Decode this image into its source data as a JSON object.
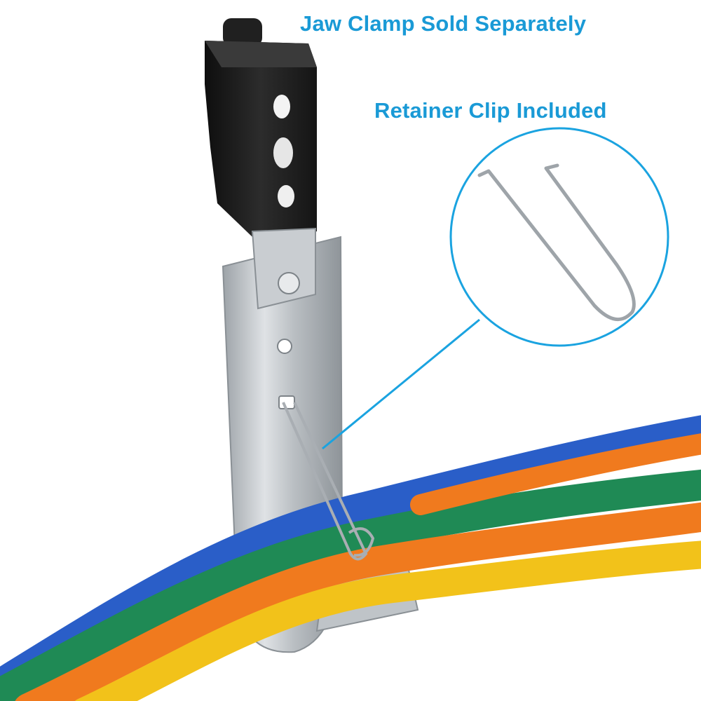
{
  "captions": {
    "jaw_clamp": "Jaw Clamp Sold Separately",
    "retainer_clip": "Retainer Clip Included"
  },
  "colors": {
    "caption_text": "#1a9ad6",
    "callout_line": "#1aa3e0",
    "clamp_black": "#1b1b1b",
    "galvanized_steel": "#c4c8cc",
    "cable_blue": "#2a5ec8",
    "cable_green": "#1f8a55",
    "cable_orange": "#f07a1e",
    "cable_yellow": "#f2c21a"
  },
  "objects": [
    "jaw-clamp",
    "j-hook",
    "retainer-clip",
    "cable-bundle",
    "retainer-clip-detail-callout"
  ]
}
